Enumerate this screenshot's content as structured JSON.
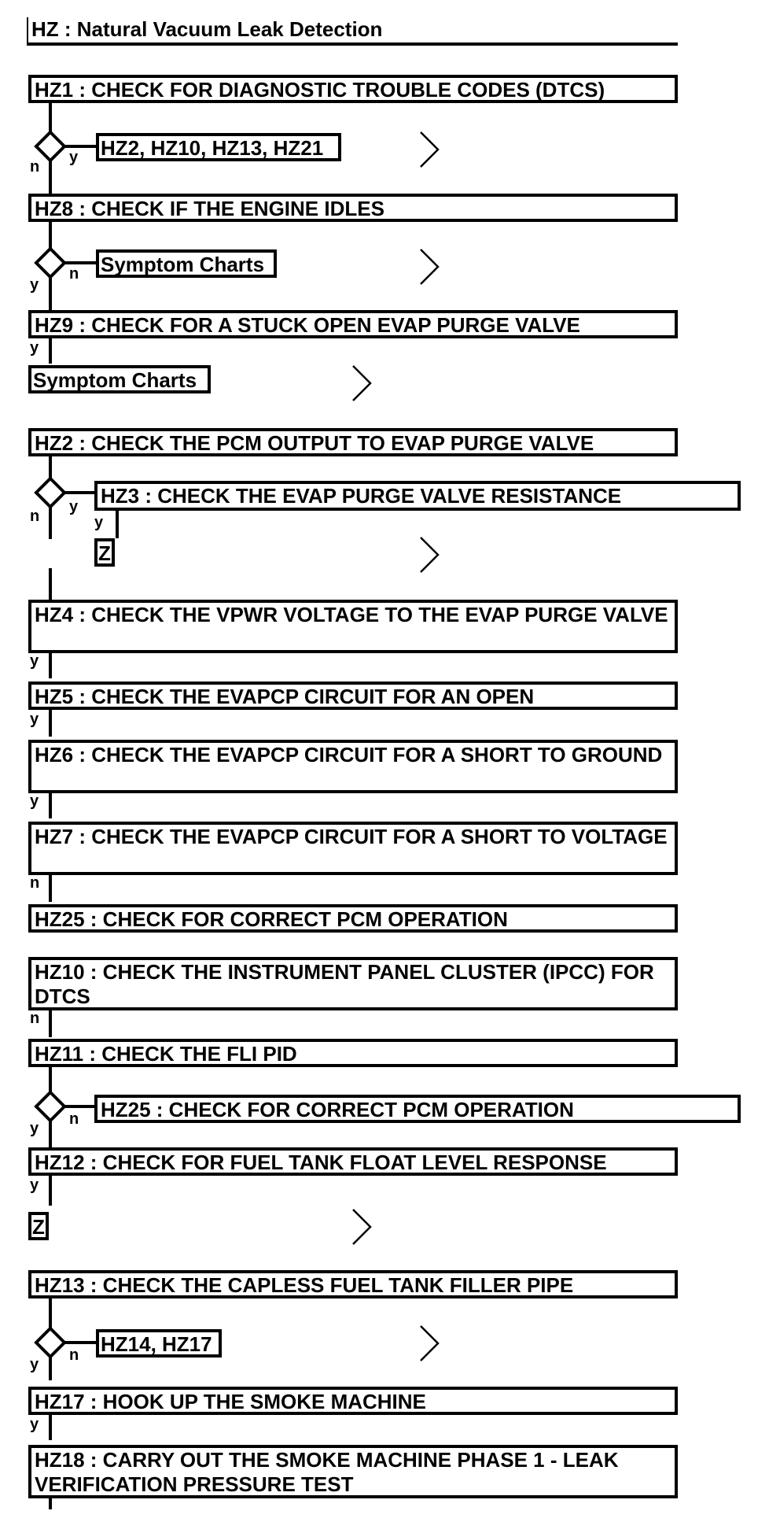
{
  "diagram": {
    "title": "HZ : Natural Vacuum Leak Detection",
    "steps": {
      "hz1": "HZ1 : CHECK FOR DIAGNOSTIC TROUBLE CODES (DTCS)",
      "hz1_yes_target": "HZ2, HZ10, HZ13, HZ21",
      "hz8": "HZ8 : CHECK IF THE ENGINE IDLES",
      "hz8_no_target": "Symptom Charts",
      "hz9": "HZ9 : CHECK FOR A STUCK OPEN EVAP PURGE VALVE",
      "hz9_yes_target": "Symptom Charts",
      "hz2": "HZ2 : CHECK THE PCM OUTPUT TO EVAP PURGE VALVE",
      "hz3": "HZ3 : CHECK THE EVAP PURGE VALVE RESISTANCE",
      "hz3_yes_target": "Z",
      "hz4": "HZ4 : CHECK THE VPWR VOLTAGE TO THE EVAP PURGE VALVE",
      "hz5": "HZ5 : CHECK THE EVAPCP CIRCUIT FOR AN OPEN",
      "hz6": "HZ6 : CHECK THE EVAPCP CIRCUIT FOR A SHORT TO GROUND",
      "hz7": "HZ7 : CHECK THE EVAPCP CIRCUIT FOR A SHORT TO VOLTAGE",
      "hz25": "HZ25 : CHECK FOR CORRECT PCM OPERATION",
      "hz10": "HZ10 : CHECK THE INSTRUMENT PANEL CLUSTER (IPCC) FOR DTCS",
      "hz11": "HZ11 : CHECK THE FLI PID",
      "hz11_no_target": "HZ25 : CHECK FOR CORRECT PCM OPERATION",
      "hz12": "HZ12 : CHECK FOR FUEL TANK FLOAT LEVEL RESPONSE",
      "hz12_yes_target": "Z",
      "hz13": "HZ13 : CHECK THE CAPLESS FUEL TANK FILLER PIPE",
      "hz13_no_target": "HZ14, HZ17",
      "hz17": "HZ17 : HOOK UP THE SMOKE MACHINE",
      "hz18": "HZ18 : CARRY OUT THE SMOKE MACHINE PHASE 1 - LEAK VERIFICATION PRESSURE TEST"
    },
    "branch_labels": {
      "yes": "y",
      "no": "n"
    }
  }
}
